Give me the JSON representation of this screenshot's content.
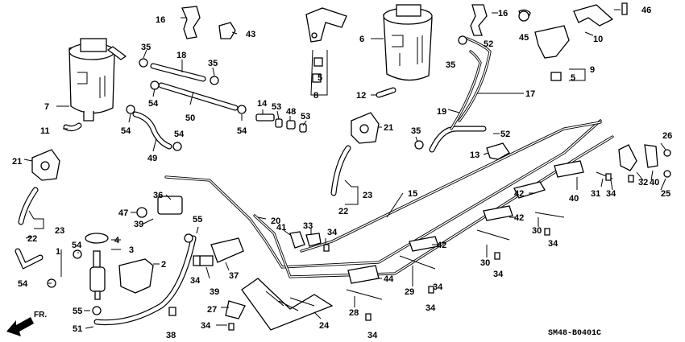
{
  "diagram": {
    "code": "SM48-B0401C",
    "front_label": "FR.",
    "callouts": [
      {
        "id": "c16a",
        "label": "16"
      },
      {
        "id": "c43",
        "label": "43"
      },
      {
        "id": "c35a",
        "label": "35"
      },
      {
        "id": "c18",
        "label": "18"
      },
      {
        "id": "c35b",
        "label": "35"
      },
      {
        "id": "c7",
        "label": "7"
      },
      {
        "id": "c54a",
        "label": "54"
      },
      {
        "id": "c50",
        "label": "50"
      },
      {
        "id": "c54b",
        "label": "54"
      },
      {
        "id": "c11",
        "label": "11"
      },
      {
        "id": "c49",
        "label": "49"
      },
      {
        "id": "c54c",
        "label": "54"
      },
      {
        "id": "c21a",
        "label": "21"
      },
      {
        "id": "c14",
        "label": "14"
      },
      {
        "id": "c53a",
        "label": "53"
      },
      {
        "id": "c48",
        "label": "48"
      },
      {
        "id": "c53b",
        "label": "53"
      },
      {
        "id": "c54d",
        "label": "54"
      },
      {
        "id": "c5a",
        "label": "5"
      },
      {
        "id": "c8",
        "label": "8"
      },
      {
        "id": "c6",
        "label": "6"
      },
      {
        "id": "c12",
        "label": "12"
      },
      {
        "id": "c21b",
        "label": "21"
      },
      {
        "id": "c16b",
        "label": "16"
      },
      {
        "id": "c45",
        "label": "45"
      },
      {
        "id": "c35c",
        "label": "35"
      },
      {
        "id": "c52a",
        "label": "52"
      },
      {
        "id": "c46",
        "label": "46"
      },
      {
        "id": "c10",
        "label": "10"
      },
      {
        "id": "c9",
        "label": "9"
      },
      {
        "id": "c5b",
        "label": "5"
      },
      {
        "id": "c17",
        "label": "17"
      },
      {
        "id": "c19",
        "label": "19"
      },
      {
        "id": "c52b",
        "label": "52"
      },
      {
        "id": "c35d",
        "label": "35"
      },
      {
        "id": "c13",
        "label": "13"
      },
      {
        "id": "c26",
        "label": "26"
      },
      {
        "id": "c32",
        "label": "32"
      },
      {
        "id": "c40a",
        "label": "40"
      },
      {
        "id": "c25",
        "label": "25"
      },
      {
        "id": "c23a",
        "label": "23"
      },
      {
        "id": "c22a",
        "label": "22"
      },
      {
        "id": "c1",
        "label": "1"
      },
      {
        "id": "c54e",
        "label": "54"
      },
      {
        "id": "c4",
        "label": "4"
      },
      {
        "id": "c3",
        "label": "3"
      },
      {
        "id": "c54f",
        "label": "54"
      },
      {
        "id": "c2",
        "label": "2"
      },
      {
        "id": "c55a",
        "label": "55"
      },
      {
        "id": "c51",
        "label": "51"
      },
      {
        "id": "c36",
        "label": "36"
      },
      {
        "id": "c47",
        "label": "47"
      },
      {
        "id": "c39a",
        "label": "39"
      },
      {
        "id": "c55b",
        "label": "55"
      },
      {
        "id": "c20",
        "label": "20"
      },
      {
        "id": "c23b",
        "label": "23"
      },
      {
        "id": "c22b",
        "label": "22"
      },
      {
        "id": "c15",
        "label": "15"
      },
      {
        "id": "c41",
        "label": "41"
      },
      {
        "id": "c33",
        "label": "33"
      },
      {
        "id": "c34a",
        "label": "34"
      },
      {
        "id": "c42a",
        "label": "42"
      },
      {
        "id": "c40b",
        "label": "40"
      },
      {
        "id": "c31",
        "label": "31"
      },
      {
        "id": "c34b",
        "label": "34"
      },
      {
        "id": "c42b",
        "label": "42"
      },
      {
        "id": "c30a",
        "label": "30"
      },
      {
        "id": "c34c",
        "label": "34"
      },
      {
        "id": "c42c",
        "label": "42"
      },
      {
        "id": "c30b",
        "label": "30"
      },
      {
        "id": "c34d",
        "label": "34"
      },
      {
        "id": "c29",
        "label": "29"
      },
      {
        "id": "c34e",
        "label": "34"
      },
      {
        "id": "c44",
        "label": "44"
      },
      {
        "id": "c28",
        "label": "28"
      },
      {
        "id": "c34f",
        "label": "34"
      },
      {
        "id": "c37",
        "label": "37"
      },
      {
        "id": "c34g",
        "label": "34"
      },
      {
        "id": "c39b",
        "label": "39"
      },
      {
        "id": "c27",
        "label": "27"
      },
      {
        "id": "c34h",
        "label": "34"
      },
      {
        "id": "c24",
        "label": "24"
      },
      {
        "id": "c38",
        "label": "38"
      },
      {
        "id": "c34i",
        "label": "34"
      }
    ]
  }
}
